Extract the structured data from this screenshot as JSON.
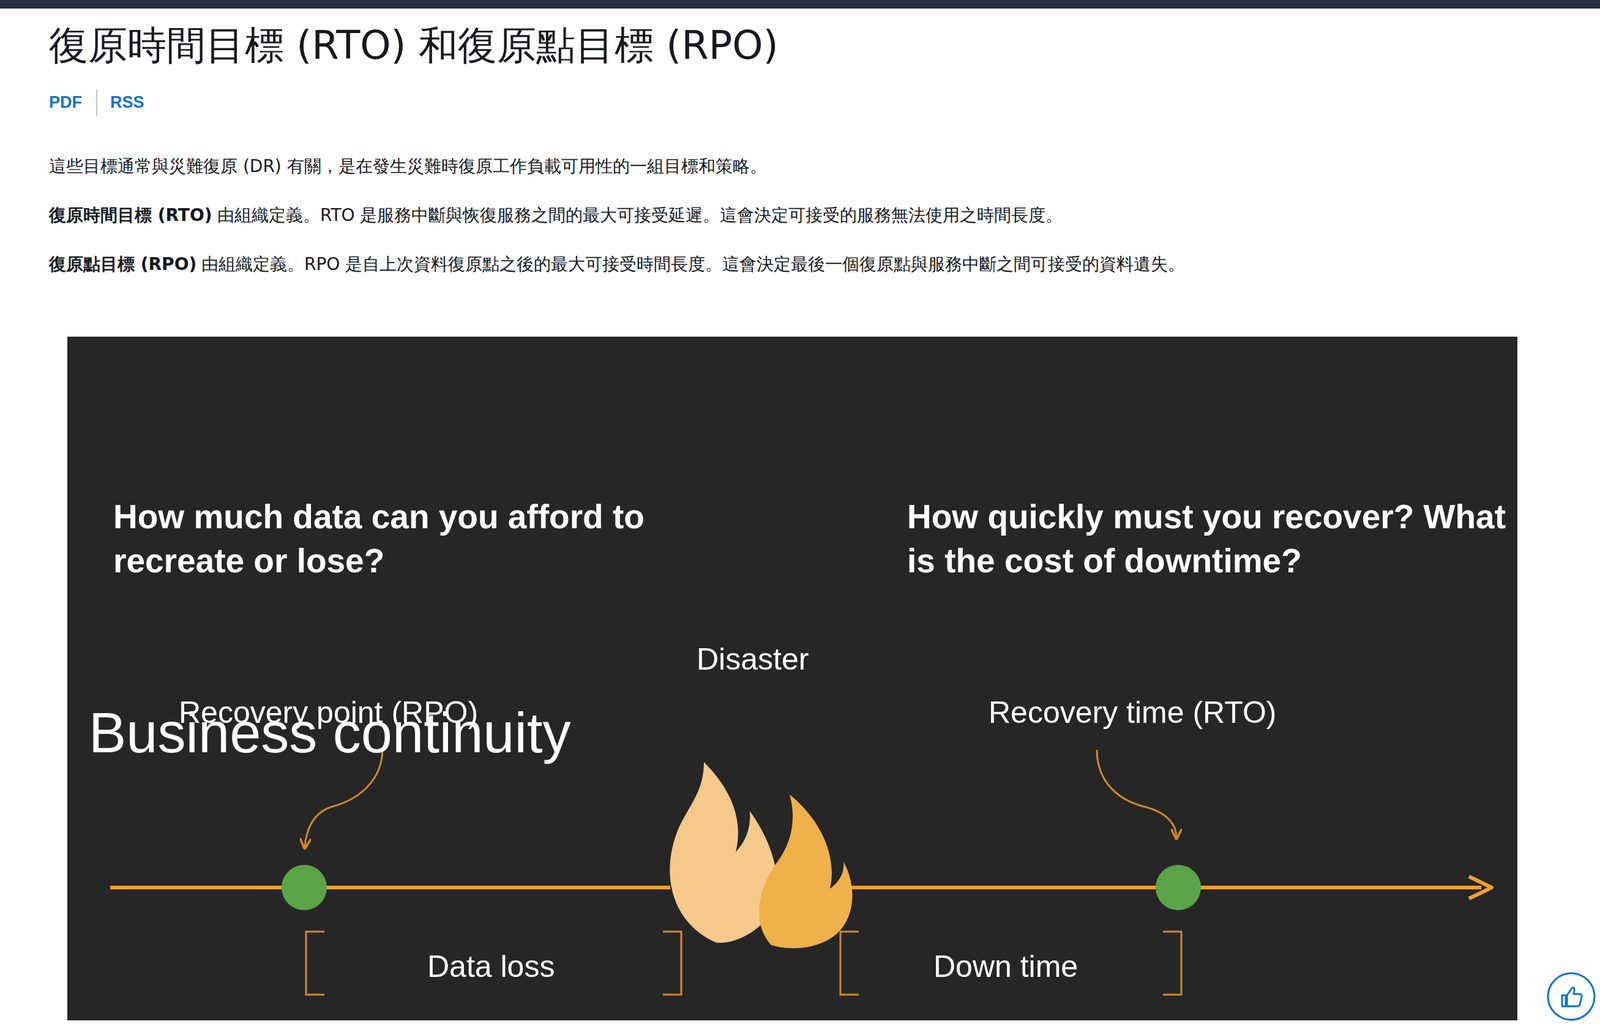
{
  "diagram": {
    "title": "復原時間目標 (RTO) 和復原點目標 (RPO)",
    "nodes": [
      {
        "text": [
          "Business continuity",
          "How much data can you afford to recreate or lose?",
          "How quickly must you recover? What is the cost of downtime?",
          "Disaster",
          "Recovery point (RPO)",
          "Recovery time (RTO)",
          "Data loss",
          "Down time"
        ]
      }
    ],
    "labels": [
      "PDF",
      "RSS",
      "這些目標通常與災難復原 (DR) 有關，是在發生災難時復原工作負載可用性的一組目標和策略。",
      "復原時間目標 (RTO)",
      "由組織定義。RTO 是服務中斷與恢復服務之間的最大可接受延遲。這會決定可接受的服務無法使用之時間長度。",
      "復原點目標 (RPO)",
      "由組織定義。RPO 是自上次資料復原點之後的最大可接受時間長度。這會決定最後一個復原點與服務中斷之間可接受的資料遺失。"
    ]
  }
}
